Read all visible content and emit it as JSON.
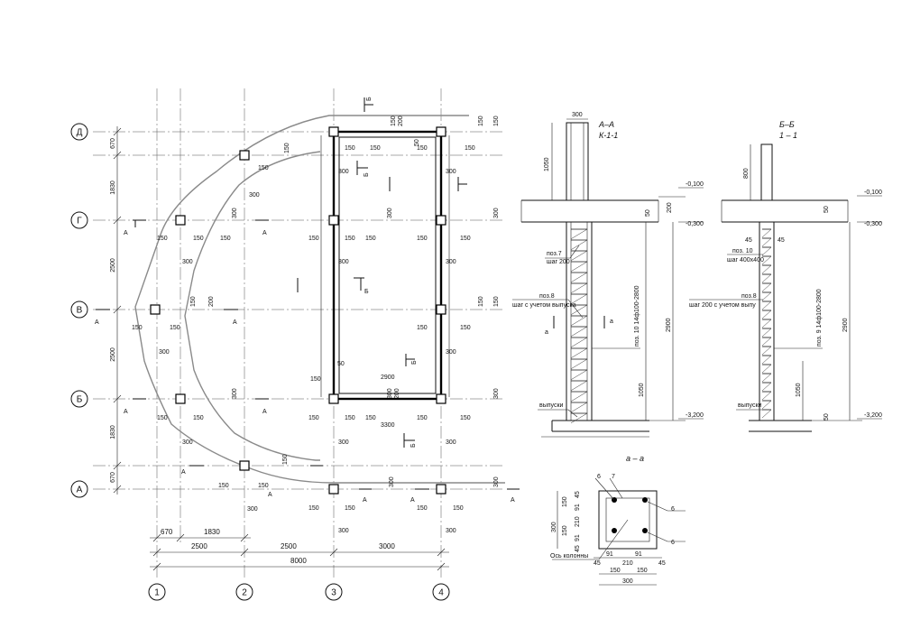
{
  "plan": {
    "row_axes": [
      "Д",
      "Г",
      "В",
      "Б",
      "А"
    ],
    "col_axes": [
      "1",
      "2",
      "3",
      "4"
    ],
    "row_dims": [
      "670",
      "1830",
      "2500",
      "2500",
      "1830",
      "670"
    ],
    "bottom_dims_1": [
      "670",
      "1830"
    ],
    "bottom_dims_2": [
      "2500",
      "2500",
      "3000"
    ],
    "bottom_total": "8000",
    "dim_150": "150",
    "dim_300": "300",
    "dim_200": "200",
    "dim_50": "50",
    "rect_width_inner": "2900",
    "rect_width_outer": "3300",
    "section_a": "А",
    "section_b": "Б"
  },
  "section_aa": {
    "title": "А–А",
    "subtitle": "К-1-1",
    "top_width": "300",
    "dim_1050_top": "1050",
    "level_top": "-0,100",
    "level_mid": "-0,300",
    "level_bottom": "-3,200",
    "dim_200": "200",
    "dim_50": "50",
    "callout_poz7": "поз.7",
    "callout_poz7_step": "шаг 200",
    "callout_poz8": "поз.8",
    "callout_poz8_step": "шаг с учетом выпуска",
    "callout_poz10": "поз. 10 14ф100-2800",
    "dim_2900": "2900",
    "dim_1050_bottom": "1050",
    "callout_out": "выпуски",
    "cut_mark": "а"
  },
  "section_bb": {
    "title": "Б–Б",
    "subtitle": "1 – 1",
    "dim_800": "800",
    "level_top": "-0,100",
    "level_mid": "-0,300",
    "level_bottom": "-3,200",
    "dim_45": "45",
    "callout_poz10": "поз. 10",
    "callout_poz10_step": "шаг 400х400",
    "callout_poz8": "поз.8",
    "callout_poz8_step": "шаг 200 с учетом выпу",
    "callout_poz9": "поз. 9 14ф100-2800",
    "dim_2900": "2900",
    "dim_1050": "1050",
    "dim_50": "50",
    "callout_out": "выпуски"
  },
  "detail": {
    "title": "а – а",
    "mark6": "6",
    "mark7": "7",
    "dims_side": [
      "150",
      "150"
    ],
    "dim_300": "300",
    "dim_91": "91",
    "dim_210": "210",
    "dim_45": "45",
    "axis_label": "Ось колонны",
    "bottom_dims": [
      "45",
      "91",
      "210",
      "91",
      "45"
    ],
    "bottom_dims_2": [
      "150",
      "150"
    ],
    "bottom_total": "300"
  }
}
